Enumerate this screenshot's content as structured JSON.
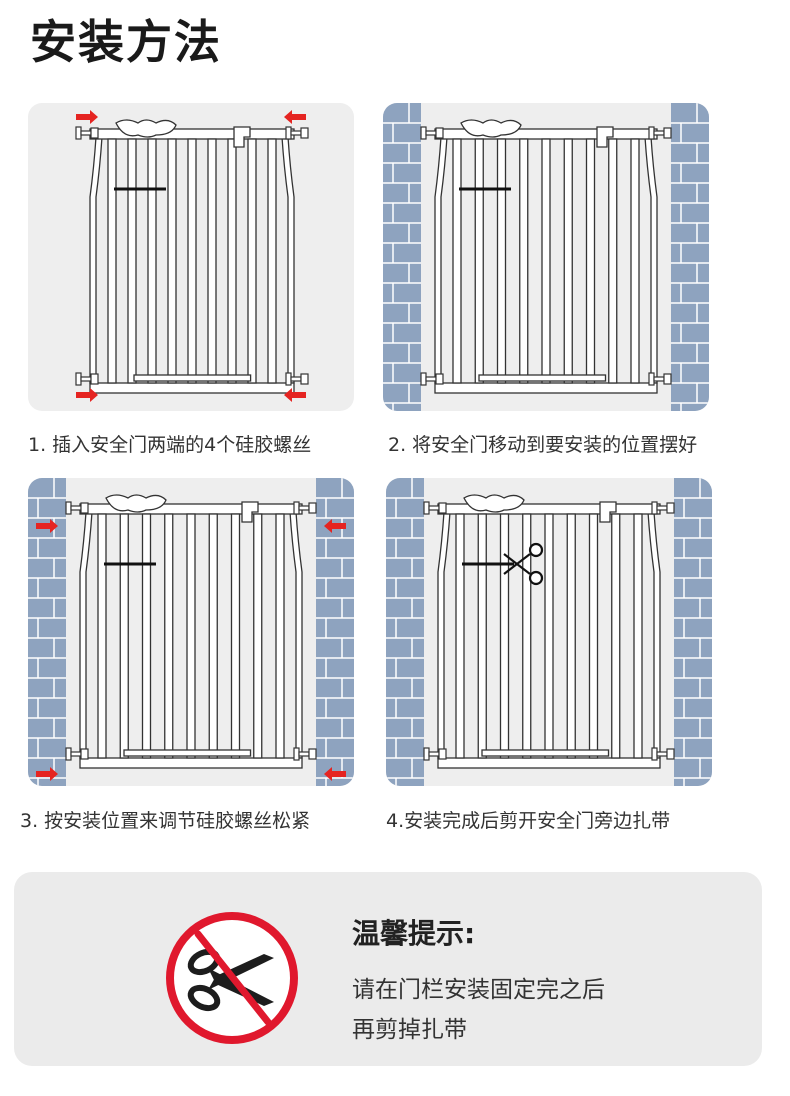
{
  "page": {
    "title": "安装方法"
  },
  "steps": [
    {
      "caption": "1. 插入安全门两端的4个硅胶螺丝",
      "walls": false,
      "arrows": true,
      "scissors": false
    },
    {
      "caption": "2. 将安全门移动到要安装的位置摆好",
      "walls": true,
      "arrows": false,
      "scissors": false
    },
    {
      "caption": "3. 按安装位置来调节硅胶螺丝松紧",
      "walls": true,
      "arrows": true,
      "scissors": false
    },
    {
      "caption": "4.安装完成后剪开安全门旁边扎带",
      "walls": true,
      "arrows": false,
      "scissors": true
    }
  ],
  "tip": {
    "title": "温馨提示:",
    "line1": "请在门栏安装固定完之后",
    "line2": "再剪掉扎带"
  },
  "colors": {
    "panel_bg": "#eeeeee",
    "brick": "#8ea3bf",
    "mortar": "#ffffff",
    "arrow": "#e52421",
    "prohibit": "#e0182d"
  },
  "icons": {
    "gate": "gate-illustration",
    "brick_wall": "brick-wall",
    "arrow": "red-arrow-icon",
    "scissors": "scissors-icon",
    "prohibit": "no-cutting-icon"
  }
}
